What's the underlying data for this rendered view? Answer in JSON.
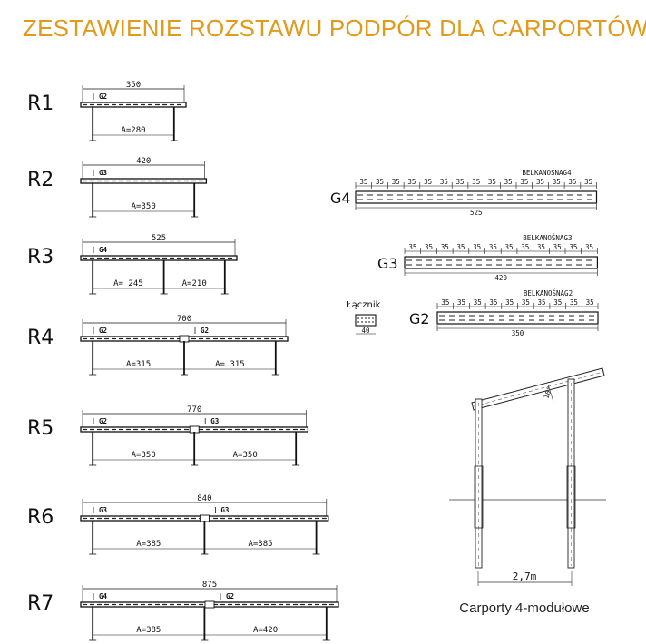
{
  "page": {
    "title": "ZESTAWIENIE ROZSTAWU PODPÓR DLA CARPORTÓW",
    "title_color": "#E09A1C"
  },
  "configs": [
    {
      "id": "R1",
      "label": "R1",
      "total": "350",
      "span": 350,
      "beams": [
        "G2"
      ],
      "posts": [
        "A=280"
      ],
      "post_spans": [
        280
      ]
    },
    {
      "id": "R2",
      "label": "R2",
      "total": "420",
      "span": 420,
      "beams": [
        "G3"
      ],
      "posts": [
        "A=350"
      ],
      "post_spans": [
        350
      ]
    },
    {
      "id": "R3",
      "label": "R3",
      "total": "525",
      "span": 525,
      "beams": [
        "G4"
      ],
      "posts": [
        "A= 245",
        "A=210"
      ],
      "post_spans": [
        245,
        210
      ]
    },
    {
      "id": "R4",
      "label": "R4",
      "total": "700",
      "span": 700,
      "beams": [
        "G2",
        "G2"
      ],
      "posts": [
        "A=315",
        "A= 315"
      ],
      "post_spans": [
        315,
        315
      ]
    },
    {
      "id": "R5",
      "label": "R5",
      "total": "770",
      "span": 770,
      "beams": [
        "G2",
        "G3"
      ],
      "posts": [
        "A=350",
        "A=350"
      ],
      "post_spans": [
        350,
        350
      ]
    },
    {
      "id": "R6",
      "label": "R6",
      "total": "840",
      "span": 840,
      "beams": [
        "G3",
        "G3"
      ],
      "posts": [
        "A=385",
        "A=385"
      ],
      "post_spans": [
        385,
        385
      ]
    },
    {
      "id": "R7",
      "label": "R7",
      "total": "875",
      "span": 875,
      "beams": [
        "G4",
        "G2"
      ],
      "posts": [
        "A=385",
        "A=420"
      ],
      "post_spans": [
        385,
        420
      ]
    }
  ],
  "beams": [
    {
      "id": "G4",
      "label": "G4",
      "name": "BELKANOŚNAG4",
      "segment": "35",
      "segments": 15,
      "length": "525"
    },
    {
      "id": "G3",
      "label": "G3",
      "name": "BELKANOŚNAG3",
      "segment": "35",
      "segments": 12,
      "length": "420"
    },
    {
      "id": "G2",
      "label": "G2",
      "name": "BELKANOŚNAG2",
      "segment": "35",
      "segments": 10,
      "length": "350"
    }
  ],
  "connector": {
    "label": "Łącznik",
    "length": "40"
  },
  "carport": {
    "width_label": "2,7m",
    "angle_label": "10°",
    "caption": "Carporty 4-modułowe"
  }
}
